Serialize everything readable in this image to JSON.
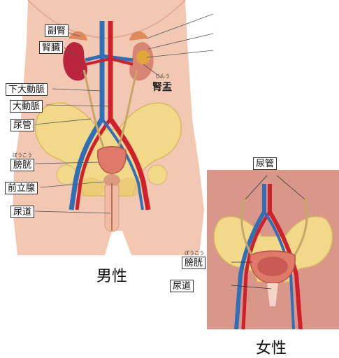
{
  "male": {
    "caption": "男性",
    "labels": {
      "adrenal": "副腎",
      "kidney": "腎臓",
      "renal_pelvis": "腎盂",
      "renal_pelvis_ruby": "じんう",
      "ivc": "下大動脈",
      "aorta": "大動脈",
      "ureter": "尿管",
      "bladder": "膀胱",
      "bladder_ruby": "ぼうこう",
      "prostate": "前立腺",
      "urethra": "尿道"
    }
  },
  "female": {
    "caption": "女性",
    "labels": {
      "ureter": "尿管",
      "bladder": "膀胱",
      "bladder_ruby": "ぼうこう",
      "urethra": "尿道"
    }
  },
  "colors": {
    "skin": "#f3c8b2",
    "bone": "#f2d98a",
    "artery": "#d0212a",
    "vein": "#2f6fb8",
    "kidney": "#b8253c",
    "bladder": "#e07a68",
    "ureter": "#c8a66a",
    "female_bg": "#d9978a"
  }
}
